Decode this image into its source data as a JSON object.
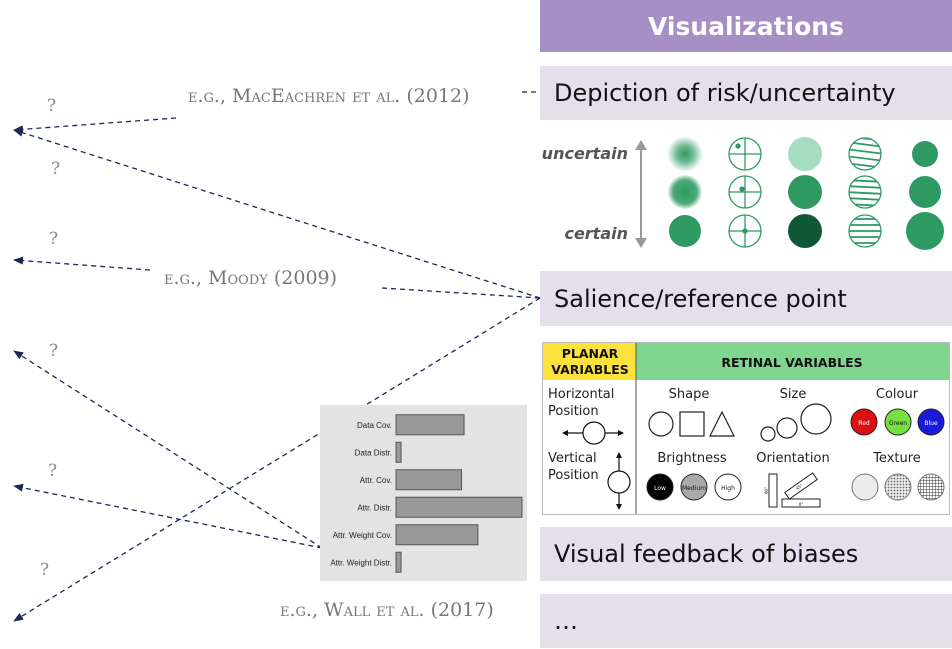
{
  "header": {
    "title": "Visualizations"
  },
  "categories": [
    {
      "label": "Depiction of risk/uncertainty"
    },
    {
      "label": "Salience/reference point"
    },
    {
      "label": "Visual feedback of biases"
    },
    {
      "label": "…"
    }
  ],
  "examples": [
    {
      "prefix": "e.g., ",
      "name": "MacEachren et al.",
      "year": " (2012)"
    },
    {
      "prefix": "e.g., ",
      "name": "Moody",
      "year": " (2009)"
    },
    {
      "prefix": "e.g., ",
      "name": "Wall et al.",
      "year": " (2017)"
    }
  ],
  "question_mark": "?",
  "uncertainty_panel": {
    "top_label": "uncertain",
    "bottom_label": "certain",
    "colors": {
      "light": "#a6dcc0",
      "mid": "#2e9a62",
      "dark": "#0f5836"
    }
  },
  "retinal_panel": {
    "planar_title": [
      "PLANAR",
      "VARIABLES"
    ],
    "retinal_title": "RETINAL VARIABLES",
    "horizontal": [
      "Horizontal",
      "Position"
    ],
    "vertical": [
      "Vertical",
      "Position"
    ],
    "shape": "Shape",
    "size": "Size",
    "colour": "Colour",
    "brightness": "Brightness",
    "orientation": "Orientation",
    "texture": "Texture",
    "colour_labels": [
      "Red",
      "Green",
      "Blue"
    ],
    "brightness_labels": [
      "Low",
      "Medium",
      "High"
    ],
    "orientation_labels": [
      "90°",
      "45°",
      "0°"
    ],
    "colors": {
      "planar_bg": "#fde23e",
      "retinal_bg": "#7fd68f"
    }
  },
  "chart_data": {
    "type": "bar",
    "categories": [
      "Data Cov.",
      "Data Distr.",
      "Attr. Cov.",
      "Attr. Distr.",
      "Attr. Weight Cov.",
      "Attr. Weight Distr."
    ],
    "values": [
      0.54,
      0.04,
      0.52,
      1.0,
      0.65,
      0.04
    ],
    "title": "",
    "xlabel": "",
    "ylabel": "",
    "xlim": [
      0,
      1
    ]
  }
}
